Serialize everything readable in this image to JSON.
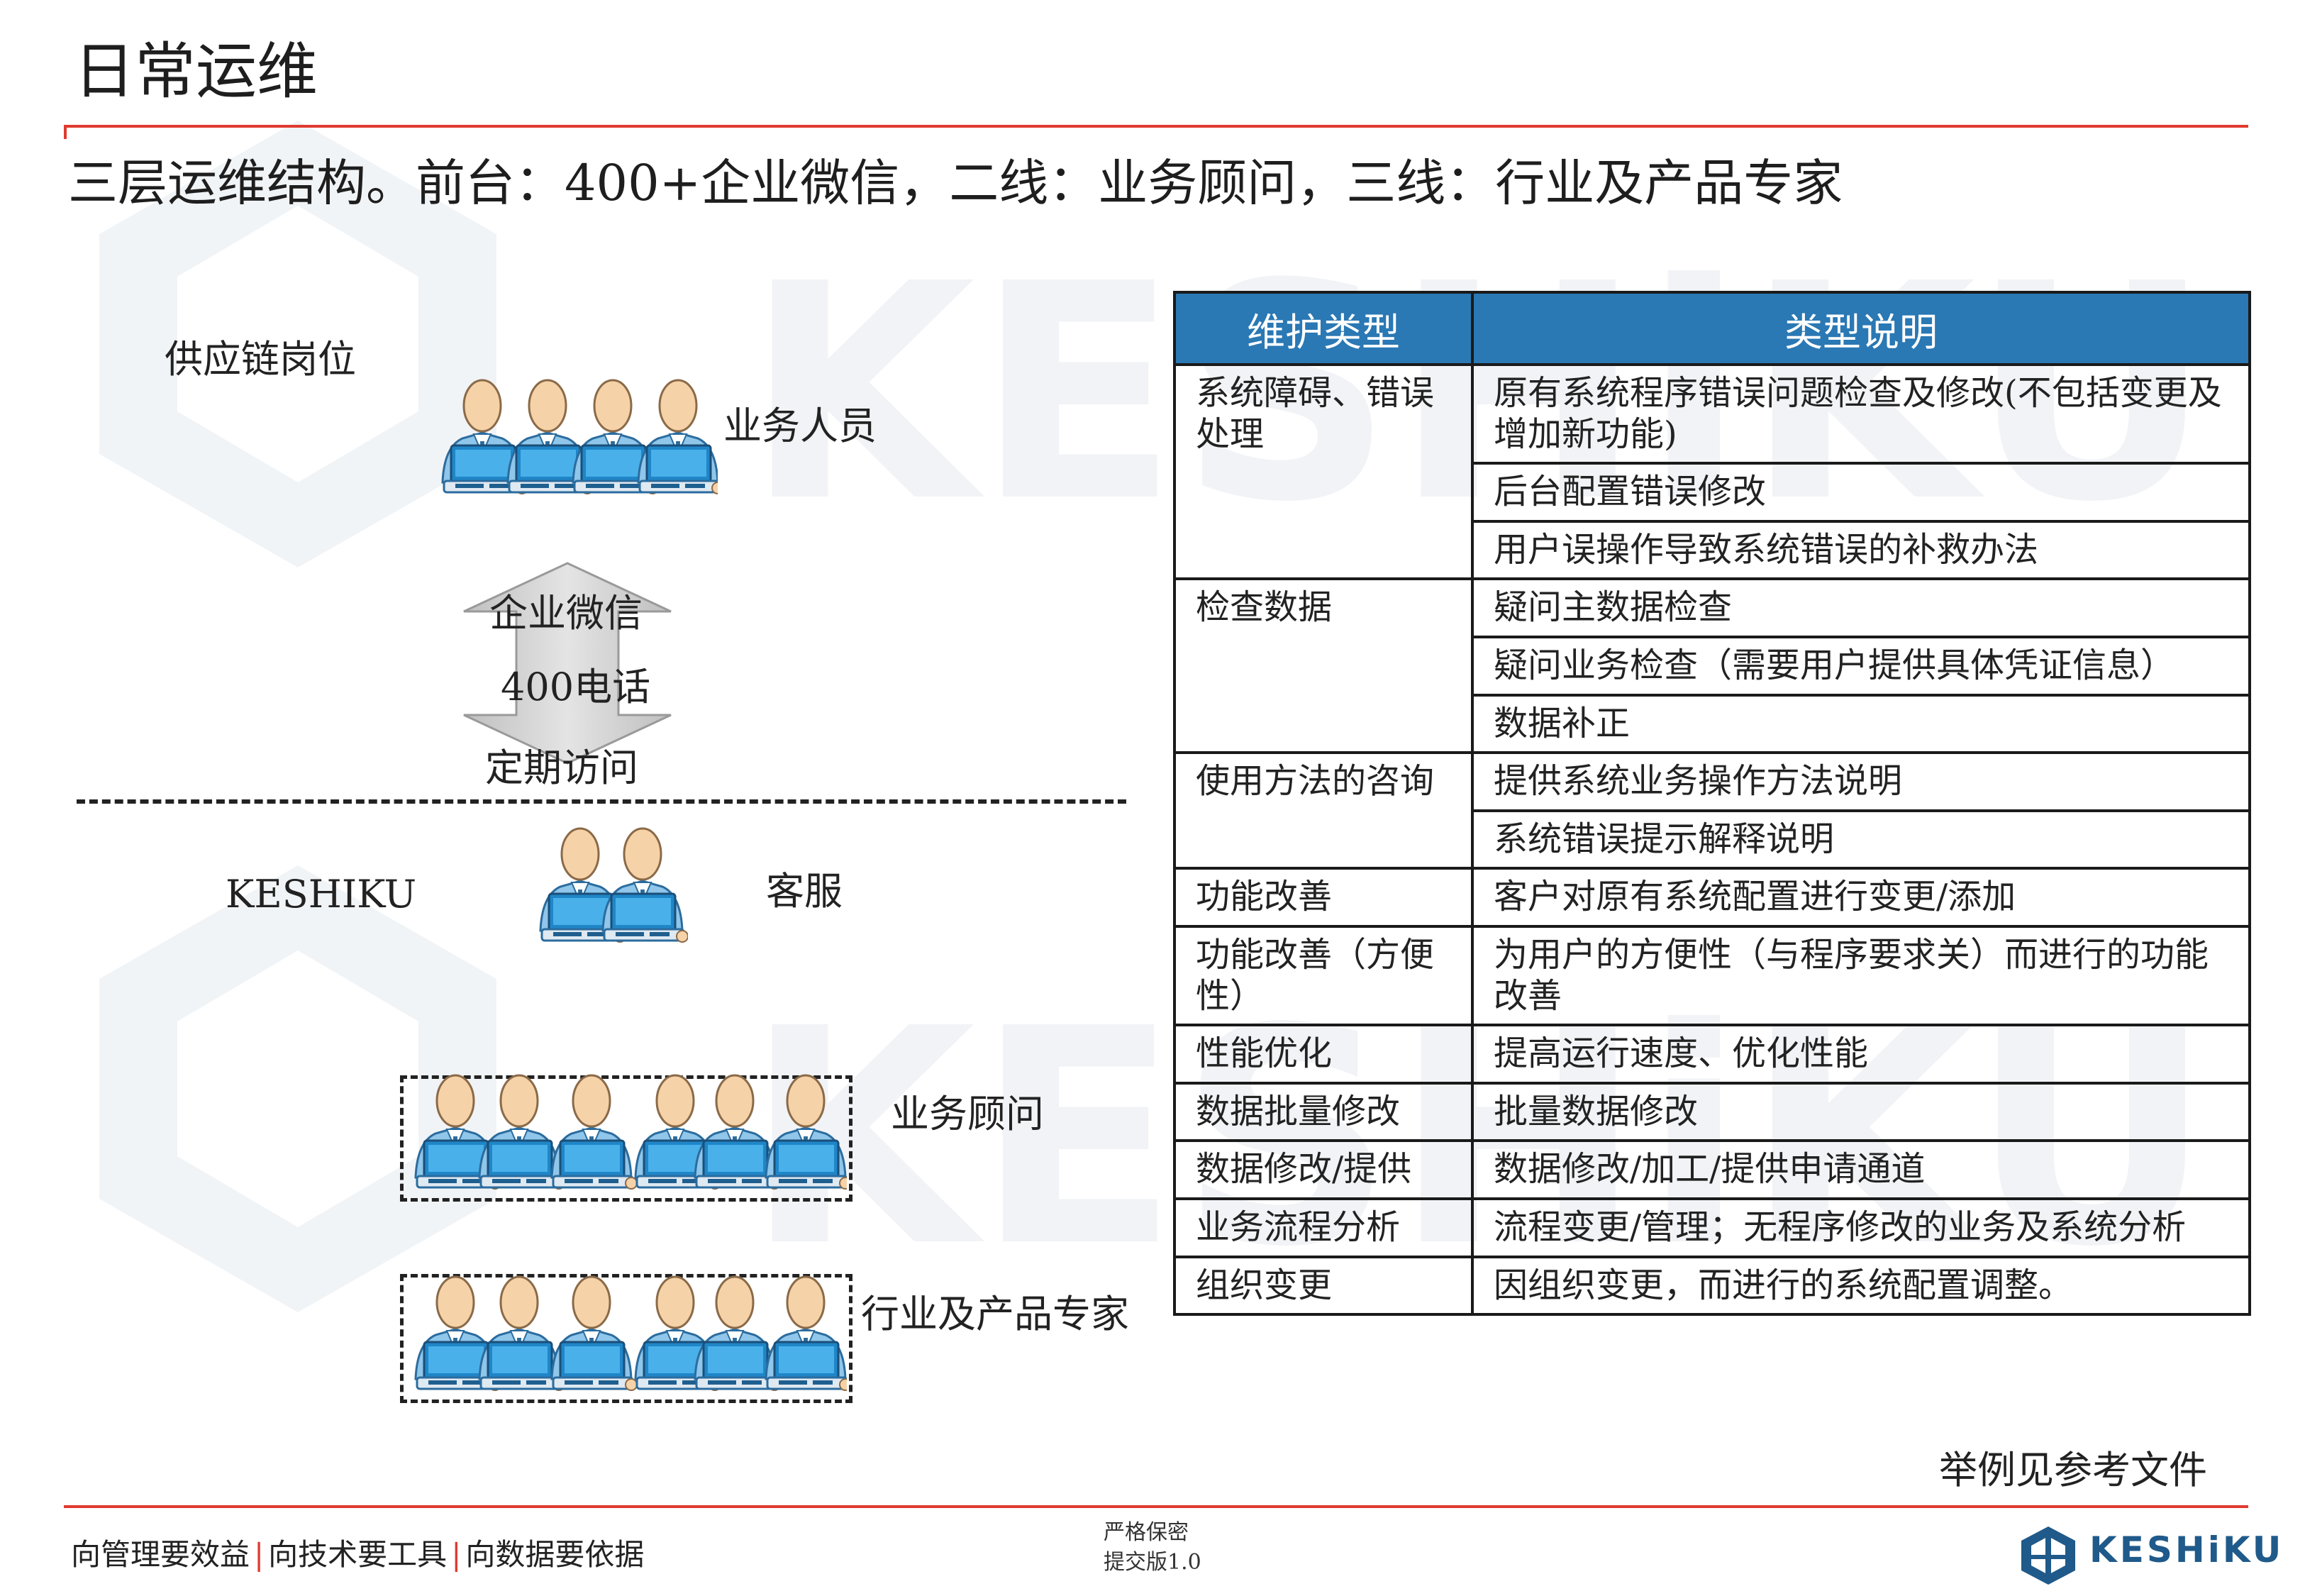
{
  "header": {
    "title": "日常运维",
    "subtitle": "三层运维结构。前台：400+企业微信，二线：业务顾问，三线：行业及产品专家"
  },
  "diagram": {
    "supply_chain_label": "供应链岗位",
    "business_staff_label": "业务人员",
    "arrow_line1": "企业微信",
    "arrow_line2": "400电话",
    "arrow_line3": "定期访问",
    "keshiku_label": "KESHIKU",
    "customer_service_label": "客服",
    "consultant_label": "业务顾问",
    "expert_label": "行业及产品专家"
  },
  "table": {
    "headers": [
      "维护类型",
      "类型说明"
    ],
    "groups": [
      {
        "type": "系统障碍、错误处理",
        "items": [
          "原有系统程序错误问题检查及修改(不包括变更及增加新功能)",
          "后台配置错误修改",
          "用户误操作导致系统错误的补救办法"
        ]
      },
      {
        "type": "检查数据",
        "items": [
          "疑问主数据检查",
          "疑问业务检查（需要用户提供具体凭证信息）",
          "数据补正"
        ]
      },
      {
        "type": "使用方法的咨询",
        "items": [
          "提供系统业务操作方法说明",
          "系统错误提示解释说明"
        ]
      },
      {
        "type": "功能改善",
        "items": [
          "客户对原有系统配置进行变更/添加"
        ]
      },
      {
        "type": "功能改善（方便性）",
        "items": [
          "为用户的方便性（与程序要求关）而进行的功能改善"
        ]
      },
      {
        "type": "性能优化",
        "items": [
          "提高运行速度、优化性能"
        ]
      },
      {
        "type": "数据批量修改",
        "items": [
          "批量数据修改"
        ]
      },
      {
        "type": "数据修改/提供",
        "items": [
          "数据修改/加工/提供申请通道"
        ]
      },
      {
        "type": "业务流程分析",
        "items": [
          "流程变更/管理；无程序修改的业务及系统分析"
        ]
      },
      {
        "type": "组织变更",
        "items": [
          "因组织变更，而进行的系统配置调整。"
        ]
      }
    ]
  },
  "note": "举例见参考文件",
  "footer": {
    "slogan1": "向管理要效益",
    "slogan2": "向技术要工具",
    "slogan3": "向数据要依据",
    "confidential": "严格保密",
    "version": "提交版1.0",
    "logo_text": "KESHiKU"
  },
  "colors": {
    "accent_red": "#e03a2f",
    "table_header_blue": "#2a78b4",
    "person_blue": "#4a9fd8",
    "logo_blue": "#1f5a8a"
  },
  "icons": {
    "person": "person-at-laptop-icon",
    "arrow": "double-arrow-icon",
    "logo": "keshiku-logo-icon"
  }
}
